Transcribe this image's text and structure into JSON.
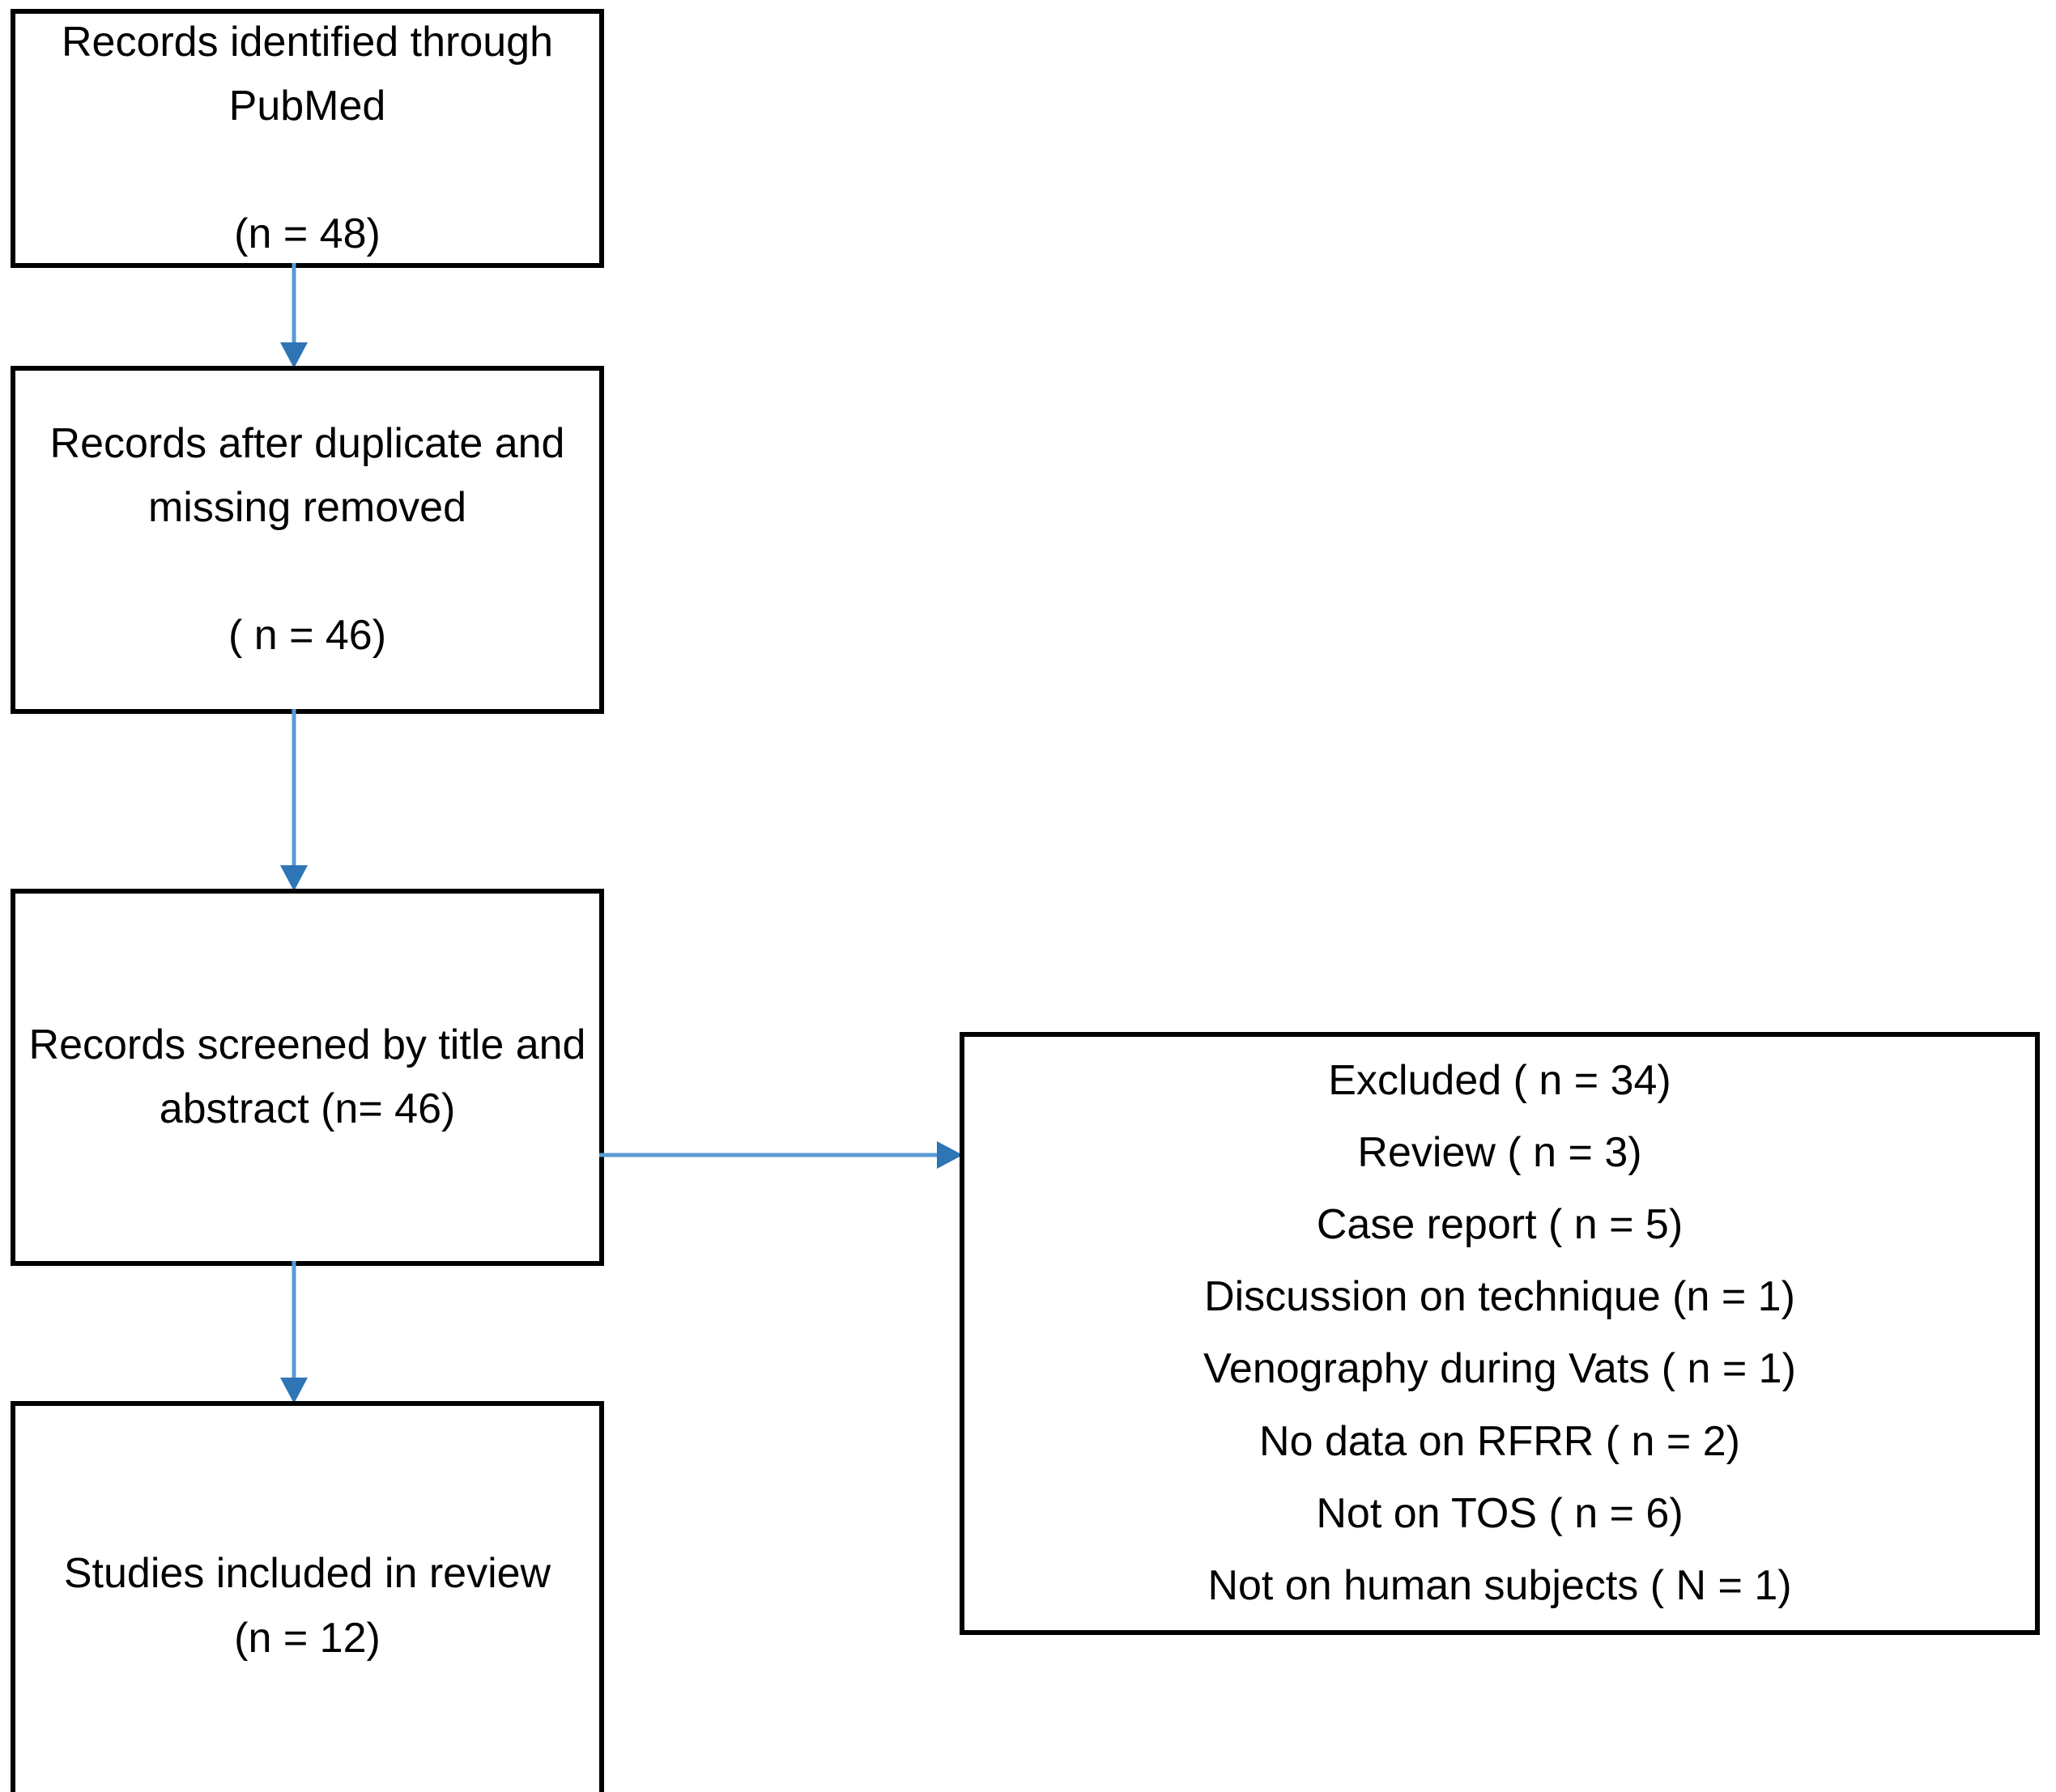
{
  "diagram": {
    "type": "prisma-flow-diagram",
    "title": "PRISMA study selection flow diagram",
    "nodes": {
      "identified": {
        "id": "records-identified",
        "text": "Records identified through PubMed\n\n(n = 48)",
        "count": 48,
        "label": "Records identified through PubMed",
        "count_text": "(n = 48)"
      },
      "deduplicated": {
        "id": "records-after-duplicate-removal",
        "text": "Records after duplicate and missing removed\n\n( n = 46)",
        "count": 46,
        "label": "Records after duplicate and missing removed",
        "count_text": "( n = 46)"
      },
      "screened": {
        "id": "records-screened",
        "text": "Records screened by title and abstract  (n= 46)",
        "count": 46,
        "label": "Records screened by title and abstract",
        "count_text": "(n= 46)"
      },
      "included": {
        "id": "studies-included",
        "text": "Studies included in review\n(n = 12)",
        "count": 12,
        "label": "Studies included in review",
        "count_text": "(n = 12)"
      }
    },
    "excluded_box": {
      "id": "excluded-reasons",
      "lines": [
        "Excluded ( n = 34)",
        "Review ( n = 3)",
        "Case report ( n = 5)",
        "Discussion on technique (n = 1)",
        "Venography during Vats ( n = 1)",
        "No data on RFRR ( n = 2)",
        "Not on TOS ( n = 6)",
        "Not on human subjects ( N = 1)"
      ],
      "total_excluded": 34,
      "reasons": [
        {
          "reason": "Review",
          "n": 3
        },
        {
          "reason": "Case report",
          "n": 5
        },
        {
          "reason": "Discussion on technique",
          "n": 1
        },
        {
          "reason": "Venography during Vats",
          "n": 1
        },
        {
          "reason": "No data on RFRR",
          "n": 2
        },
        {
          "reason": "Not on TOS",
          "n": 6
        },
        {
          "reason": "Not on human subjects",
          "n": 1
        }
      ]
    },
    "edges": [
      {
        "id": "edge-identified-to-deduplicated",
        "from": "identified",
        "to": "deduplicated",
        "direction": "down"
      },
      {
        "id": "edge-deduplicated-to-screened",
        "from": "deduplicated",
        "to": "screened",
        "direction": "down"
      },
      {
        "id": "edge-screened-to-included",
        "from": "screened",
        "to": "included",
        "direction": "down"
      },
      {
        "id": "edge-screened-to-excluded",
        "from": "screened",
        "to": "excluded_box",
        "direction": "right"
      }
    ],
    "colors": {
      "box_border": "#000000",
      "box_fill": "#ffffff",
      "text": "#000000",
      "arrow_line": "#5B9BD5",
      "arrow_head": "#2E75B6",
      "background": "#ffffff"
    }
  }
}
